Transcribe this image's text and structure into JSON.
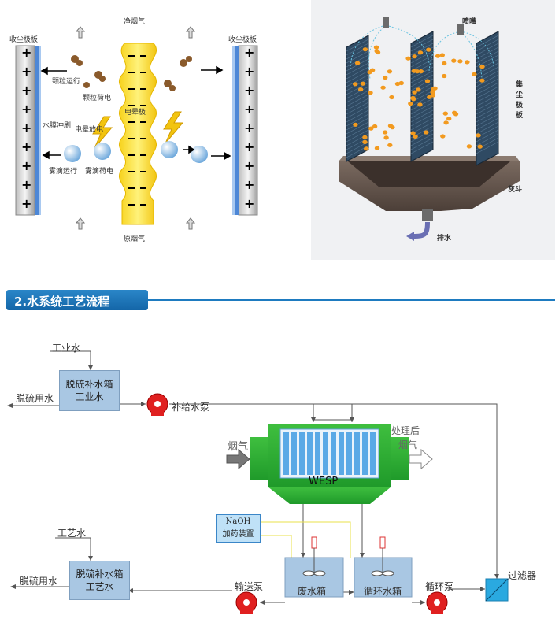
{
  "esp_diagram": {
    "label_collector_left": "收尘极板",
    "label_collector_right": "收尘极板",
    "label_clean_gas": "净烟气",
    "label_raw_gas": "原烟气",
    "label_particle_move": "颗粒运行",
    "label_particle_charge": "颗粒荷电",
    "label_corona_discharge": "电晕放电",
    "label_corona_electrode": "电晕极",
    "label_water_film": "水膜冲刷",
    "label_mist_move": "雾滴运行",
    "label_mist_charge": "雾滴荷电"
  },
  "wesp_3d": {
    "label_nozzle": "喷嘴",
    "label_plates": "集尘极板",
    "label_hopper": "灰斗",
    "label_drain": "排水"
  },
  "section": {
    "title": "2.水系统工艺流程"
  },
  "flow": {
    "industrial_water_in": "工业水",
    "box_top_line1": "脱硫补水箱",
    "box_top_line2": "工业水",
    "desulf_water_top": "脱硫用水",
    "makeup_pump": "补给水泵",
    "flue_gas_in": "烟气",
    "treated_gas_line1": "处理后",
    "treated_gas_line2": "烟气",
    "wesp_label": "WESP",
    "naoh_line1": "NaOH",
    "naoh_line2": "加药装置",
    "process_water_in": "工艺水",
    "box_bottom_line1": "脱硫补水箱",
    "box_bottom_line2": "工艺水",
    "desulf_water_bottom": "脱硫用水",
    "transfer_pump": "输送泵",
    "waste_tank": "废水箱",
    "circ_tank": "循环水箱",
    "circ_pump": "循环泵",
    "filter": "过滤器"
  }
}
